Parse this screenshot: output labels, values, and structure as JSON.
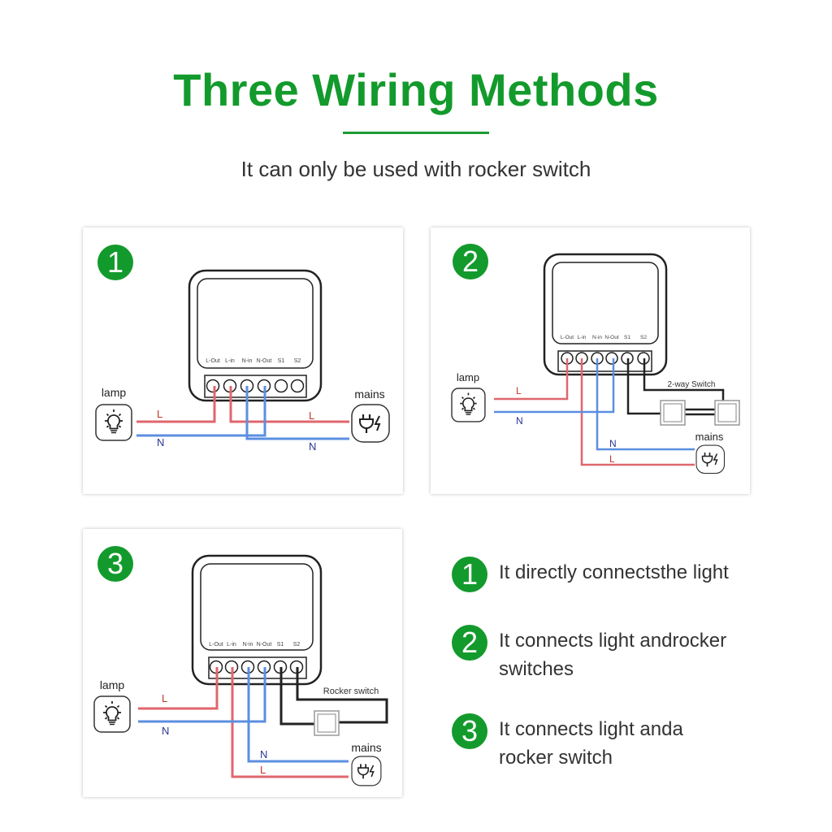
{
  "header": {
    "title": "Three Wiring Methods",
    "subtitle": "It can only be used with rocker switch"
  },
  "colors": {
    "accent": "#139a2c",
    "live_wire": "#e0666e",
    "neutral_wire": "#5b8fe0",
    "switch_wire": "#222222",
    "label_live": "#c0392b",
    "label_neutral": "#283593"
  },
  "terminal_labels": [
    "L-Out",
    "L-in",
    "N-in",
    "N-Out",
    "S1",
    "S2"
  ],
  "panels": [
    {
      "badge": "1",
      "lamp_label": "lamp",
      "mains_label": "mains",
      "wire_labels": {
        "l_lamp": "L",
        "n_lamp": "N",
        "l_mains": "L",
        "n_mains": "N"
      },
      "lamp_icon": "lightbulb-icon",
      "mains_icon": "plug-icon"
    },
    {
      "badge": "2",
      "lamp_label": "lamp",
      "mains_label": "mains",
      "switch_label": "2-way Switch",
      "wire_labels": {
        "l_lamp": "L",
        "n_lamp": "N",
        "l_mains": "L",
        "n_mains": "N"
      },
      "lamp_icon": "lightbulb-icon",
      "mains_icon": "plug-icon"
    },
    {
      "badge": "3",
      "lamp_label": "lamp",
      "mains_label": "mains",
      "switch_label": "Rocker switch",
      "wire_labels": {
        "l_lamp": "L",
        "n_lamp": "N",
        "l_mains": "L",
        "n_mains": "N"
      },
      "lamp_icon": "lightbulb-icon",
      "mains_icon": "plug-icon"
    }
  ],
  "legend": [
    {
      "badge": "1",
      "text": "It directly connectsthe light"
    },
    {
      "badge": "2",
      "text": "It connects light androcker switches"
    },
    {
      "badge": "3",
      "text": "It connects light anda rocker switch"
    }
  ]
}
